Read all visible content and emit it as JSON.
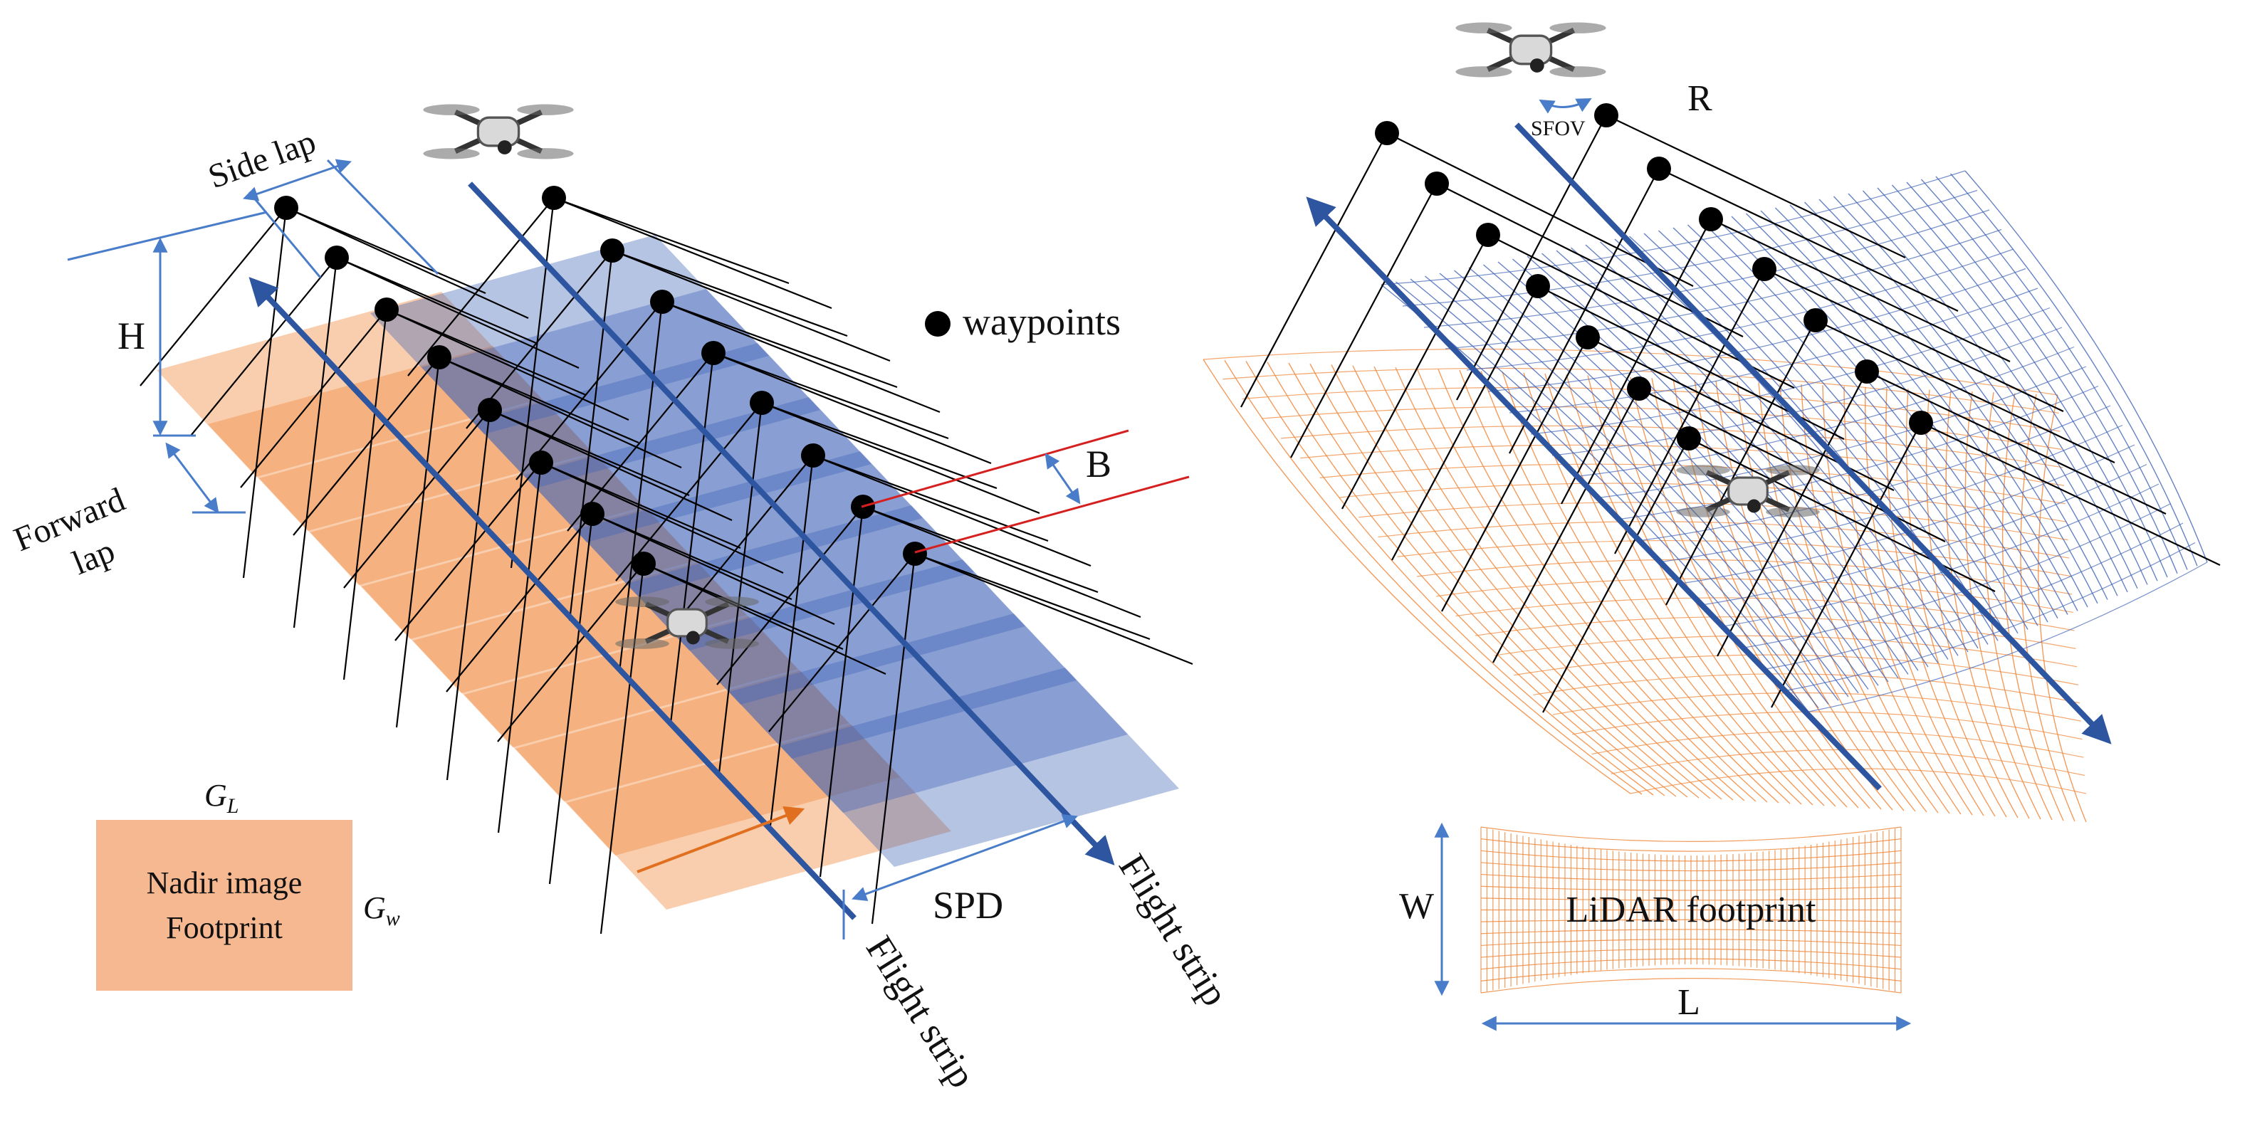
{
  "left_panel": {
    "side_lap": "Side lap",
    "height": "H",
    "forward_lap_line1": "Forward",
    "forward_lap_line2": "lap",
    "waypoints": "waypoints",
    "baseline": "B",
    "strip_spacing": "SPD",
    "flight_strip_1": "Flight strip",
    "flight_strip_2": "Flight strip",
    "footprint_line1": "Nadir image",
    "footprint_line2": "Footprint",
    "ground_length_base": "G",
    "ground_length_sub": "L",
    "ground_width_base": "G",
    "ground_width_sub": "w"
  },
  "right_panel": {
    "range": "R",
    "scan_fov": "SFOV",
    "width": "W",
    "length": "L",
    "lidar_footprint": "LiDAR footprint"
  },
  "colors": {
    "orange": "#f08a3e",
    "orange_light": "#f5b890",
    "blue": "#3f63b8",
    "blue_light": "#8eaee0",
    "arrow_blue": "#2e559f",
    "dim_blue": "#4a7dc9",
    "red": "#d62020",
    "black": "#000000"
  }
}
